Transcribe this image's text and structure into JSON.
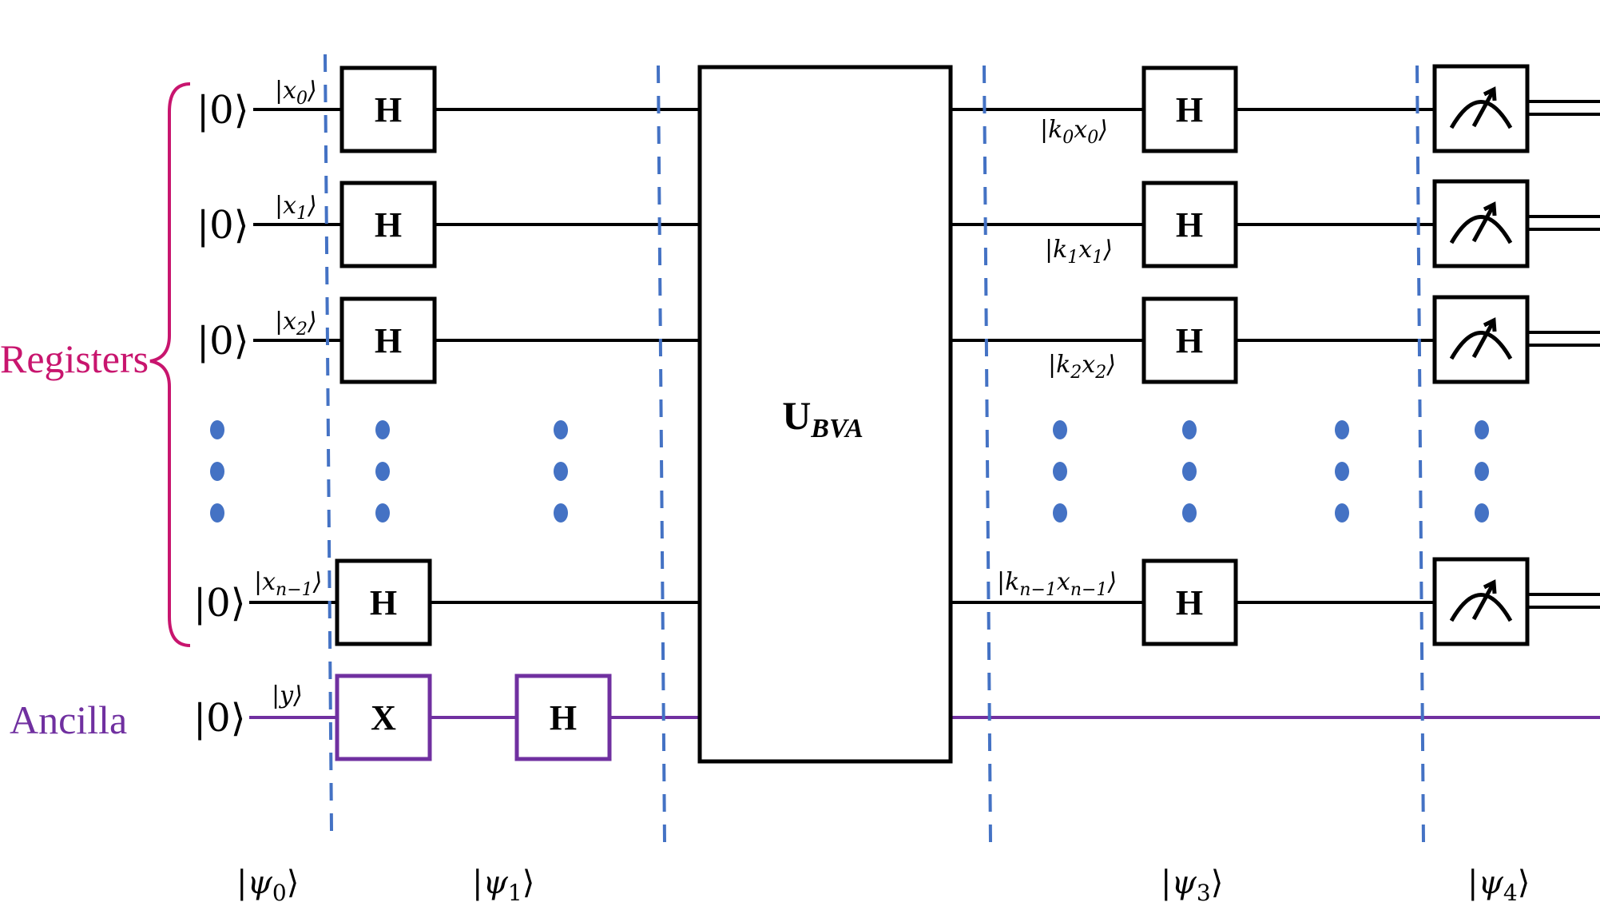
{
  "labels": {
    "registers": "Registers",
    "ancilla": "Ancilla",
    "ket_zero": "|0⟩",
    "unitary": "U",
    "unitary_sub": "BVA"
  },
  "gates": {
    "hadamard": "H",
    "not": "X"
  },
  "input_kets": {
    "x0": {
      "base": "x",
      "sub": "0"
    },
    "x1": {
      "base": "x",
      "sub": "1"
    },
    "x2": {
      "base": "x",
      "sub": "2"
    },
    "xn1": {
      "base": "x",
      "sub": "n−1"
    },
    "y": {
      "base": "y"
    }
  },
  "output_kets": [
    {
      "k": "k",
      "k_sub": "0",
      "x": "x",
      "x_sub": "0"
    },
    {
      "k": "k",
      "k_sub": "1",
      "x": "x",
      "x_sub": "1"
    },
    {
      "k": "k",
      "k_sub": "2",
      "x": "x",
      "x_sub": "2"
    },
    {
      "k": "k",
      "k_sub": "n−1",
      "x": "x",
      "x_sub": "n−1"
    }
  ],
  "states": [
    {
      "base": "ψ",
      "sub": "0"
    },
    {
      "base": "ψ",
      "sub": "1"
    },
    {
      "base": "ψ",
      "sub": "3"
    },
    {
      "base": "ψ",
      "sub": "4"
    }
  ],
  "colors": {
    "wire": "#000000",
    "registers": "#c8156e",
    "ancilla": "#7030a0",
    "barrier": "#4472c4",
    "dots": "#4472c4"
  }
}
